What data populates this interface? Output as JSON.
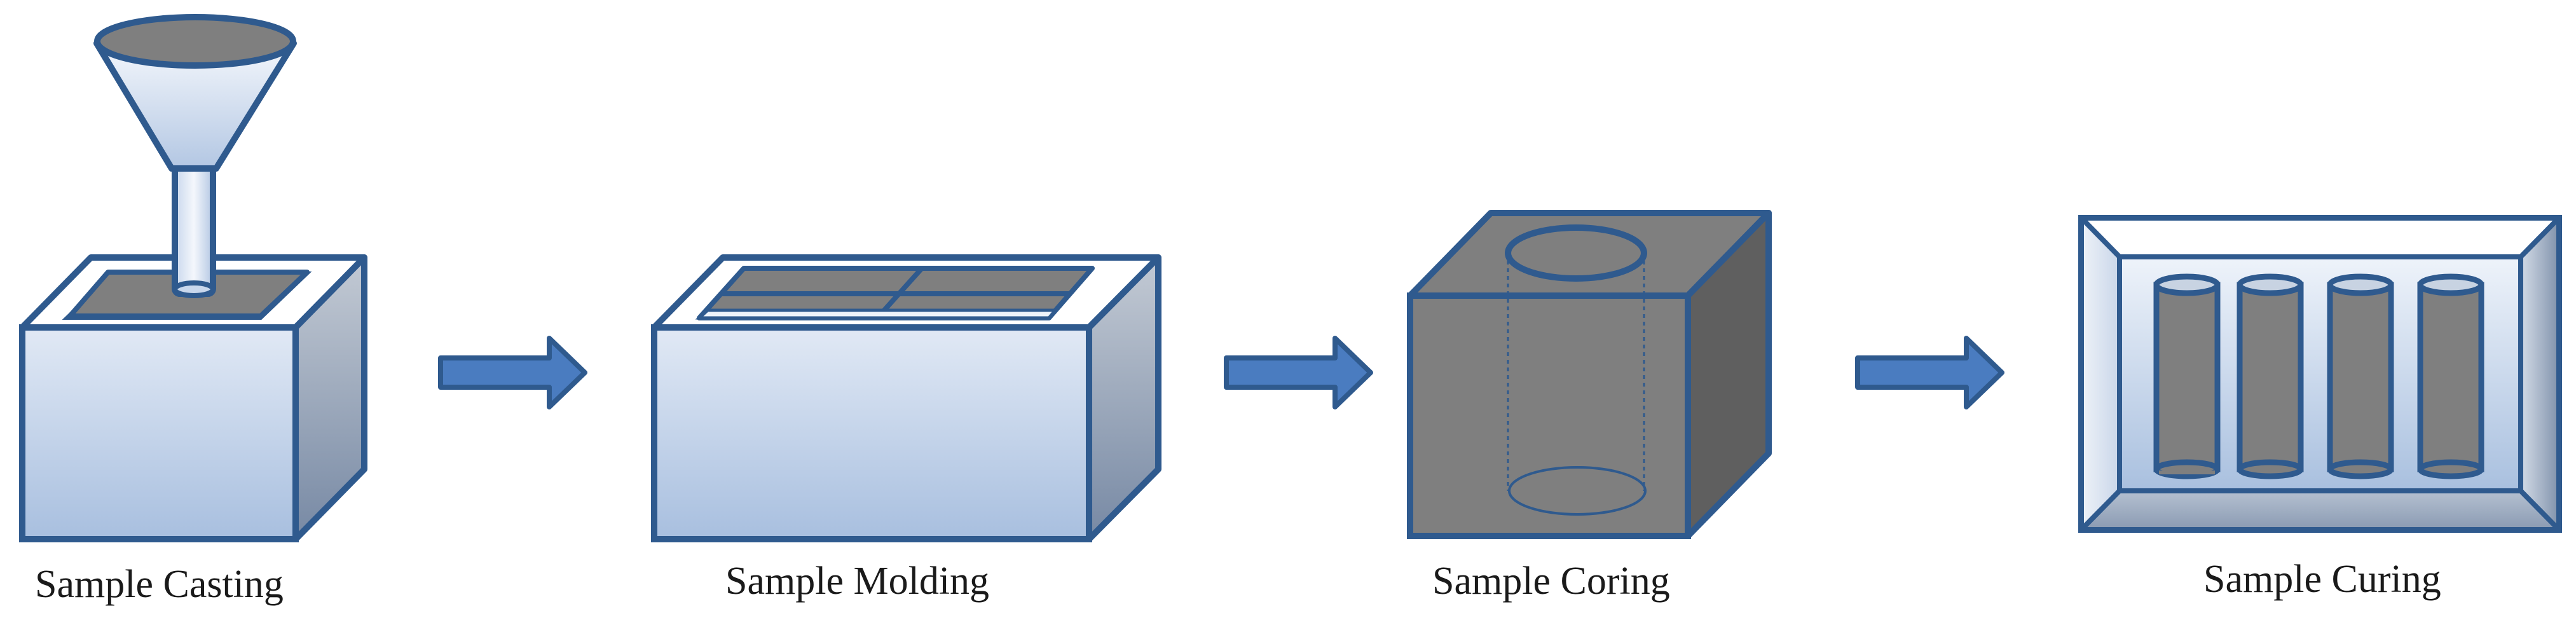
{
  "steps": [
    {
      "label": "Sample Casting"
    },
    {
      "label": "Sample Molding"
    },
    {
      "label": "Sample Coring"
    },
    {
      "label": "Sample Curing"
    }
  ],
  "arrows": 3,
  "colors": {
    "outline": "#2f5a8e",
    "box_front_top": "#dfe8f5",
    "box_front_bottom": "#a9c0df",
    "box_side_light": "#b4bfcd",
    "box_side_dark": "#7e8fa8",
    "material_gray": "#7f7f7f",
    "core_gray_dark": "#5f5f5f",
    "arrow_fill": "#4a7cc0",
    "label_text": "#1a1a1a"
  }
}
